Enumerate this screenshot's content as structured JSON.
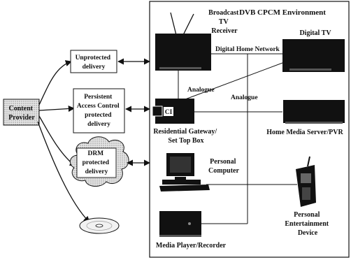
{
  "environment_title": "DVB CPCM Environment",
  "content_provider": [
    "Content",
    "Provider"
  ],
  "delivery": {
    "unprotected": [
      "Unprotected",
      "delivery"
    ],
    "persistent": [
      "Persistent",
      "Access Control",
      "protected",
      "delivery"
    ],
    "drm": [
      "DRM",
      "protected",
      "delivery"
    ]
  },
  "devices": {
    "broadcast_tv": [
      "Broadcast",
      "TV",
      "Receiver"
    ],
    "digital_tv": "Digital TV",
    "gateway": [
      "Residential Gateway/",
      "Set Top Box"
    ],
    "gateway_badge": "CI",
    "media_server": "Home Media Server/PVR",
    "pc": [
      "Personal",
      "Computer"
    ],
    "ped": [
      "Personal",
      "Entertainment",
      "Device"
    ],
    "media_player": "Media Player/Recorder"
  },
  "links": {
    "home_network": "Digital Home Network",
    "analogue_1": "Analogue",
    "analogue_2": "Analogue"
  }
}
